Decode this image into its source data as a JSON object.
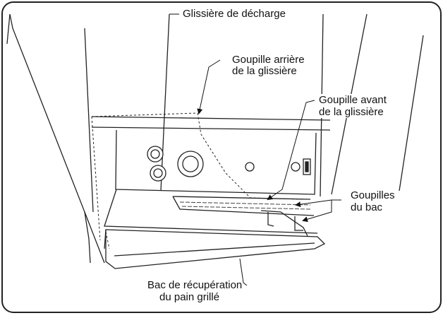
{
  "labels": {
    "discharge_slide": "Glissière de décharge",
    "slide_rear_pin_line1": "Goupille arrière",
    "slide_rear_pin_line2": "de la glissière",
    "slide_front_pin_line1": "Goupille avant",
    "slide_front_pin_line2": "de la glissière",
    "tray_pins_line1": "Goupilles",
    "tray_pins_line2": "du bac",
    "crumb_tray_line1": "Bac de récupération",
    "crumb_tray_line2": "du pain grillé"
  }
}
